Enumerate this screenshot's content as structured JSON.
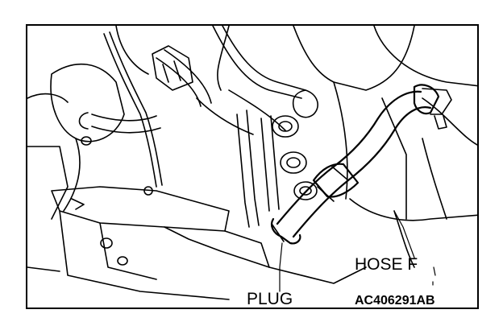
{
  "labels": {
    "hose": "HOSE F",
    "plug": "PLUG",
    "figure_code": "AC406291AB"
  },
  "colors": {
    "line": "#000000",
    "background": "#ffffff"
  }
}
